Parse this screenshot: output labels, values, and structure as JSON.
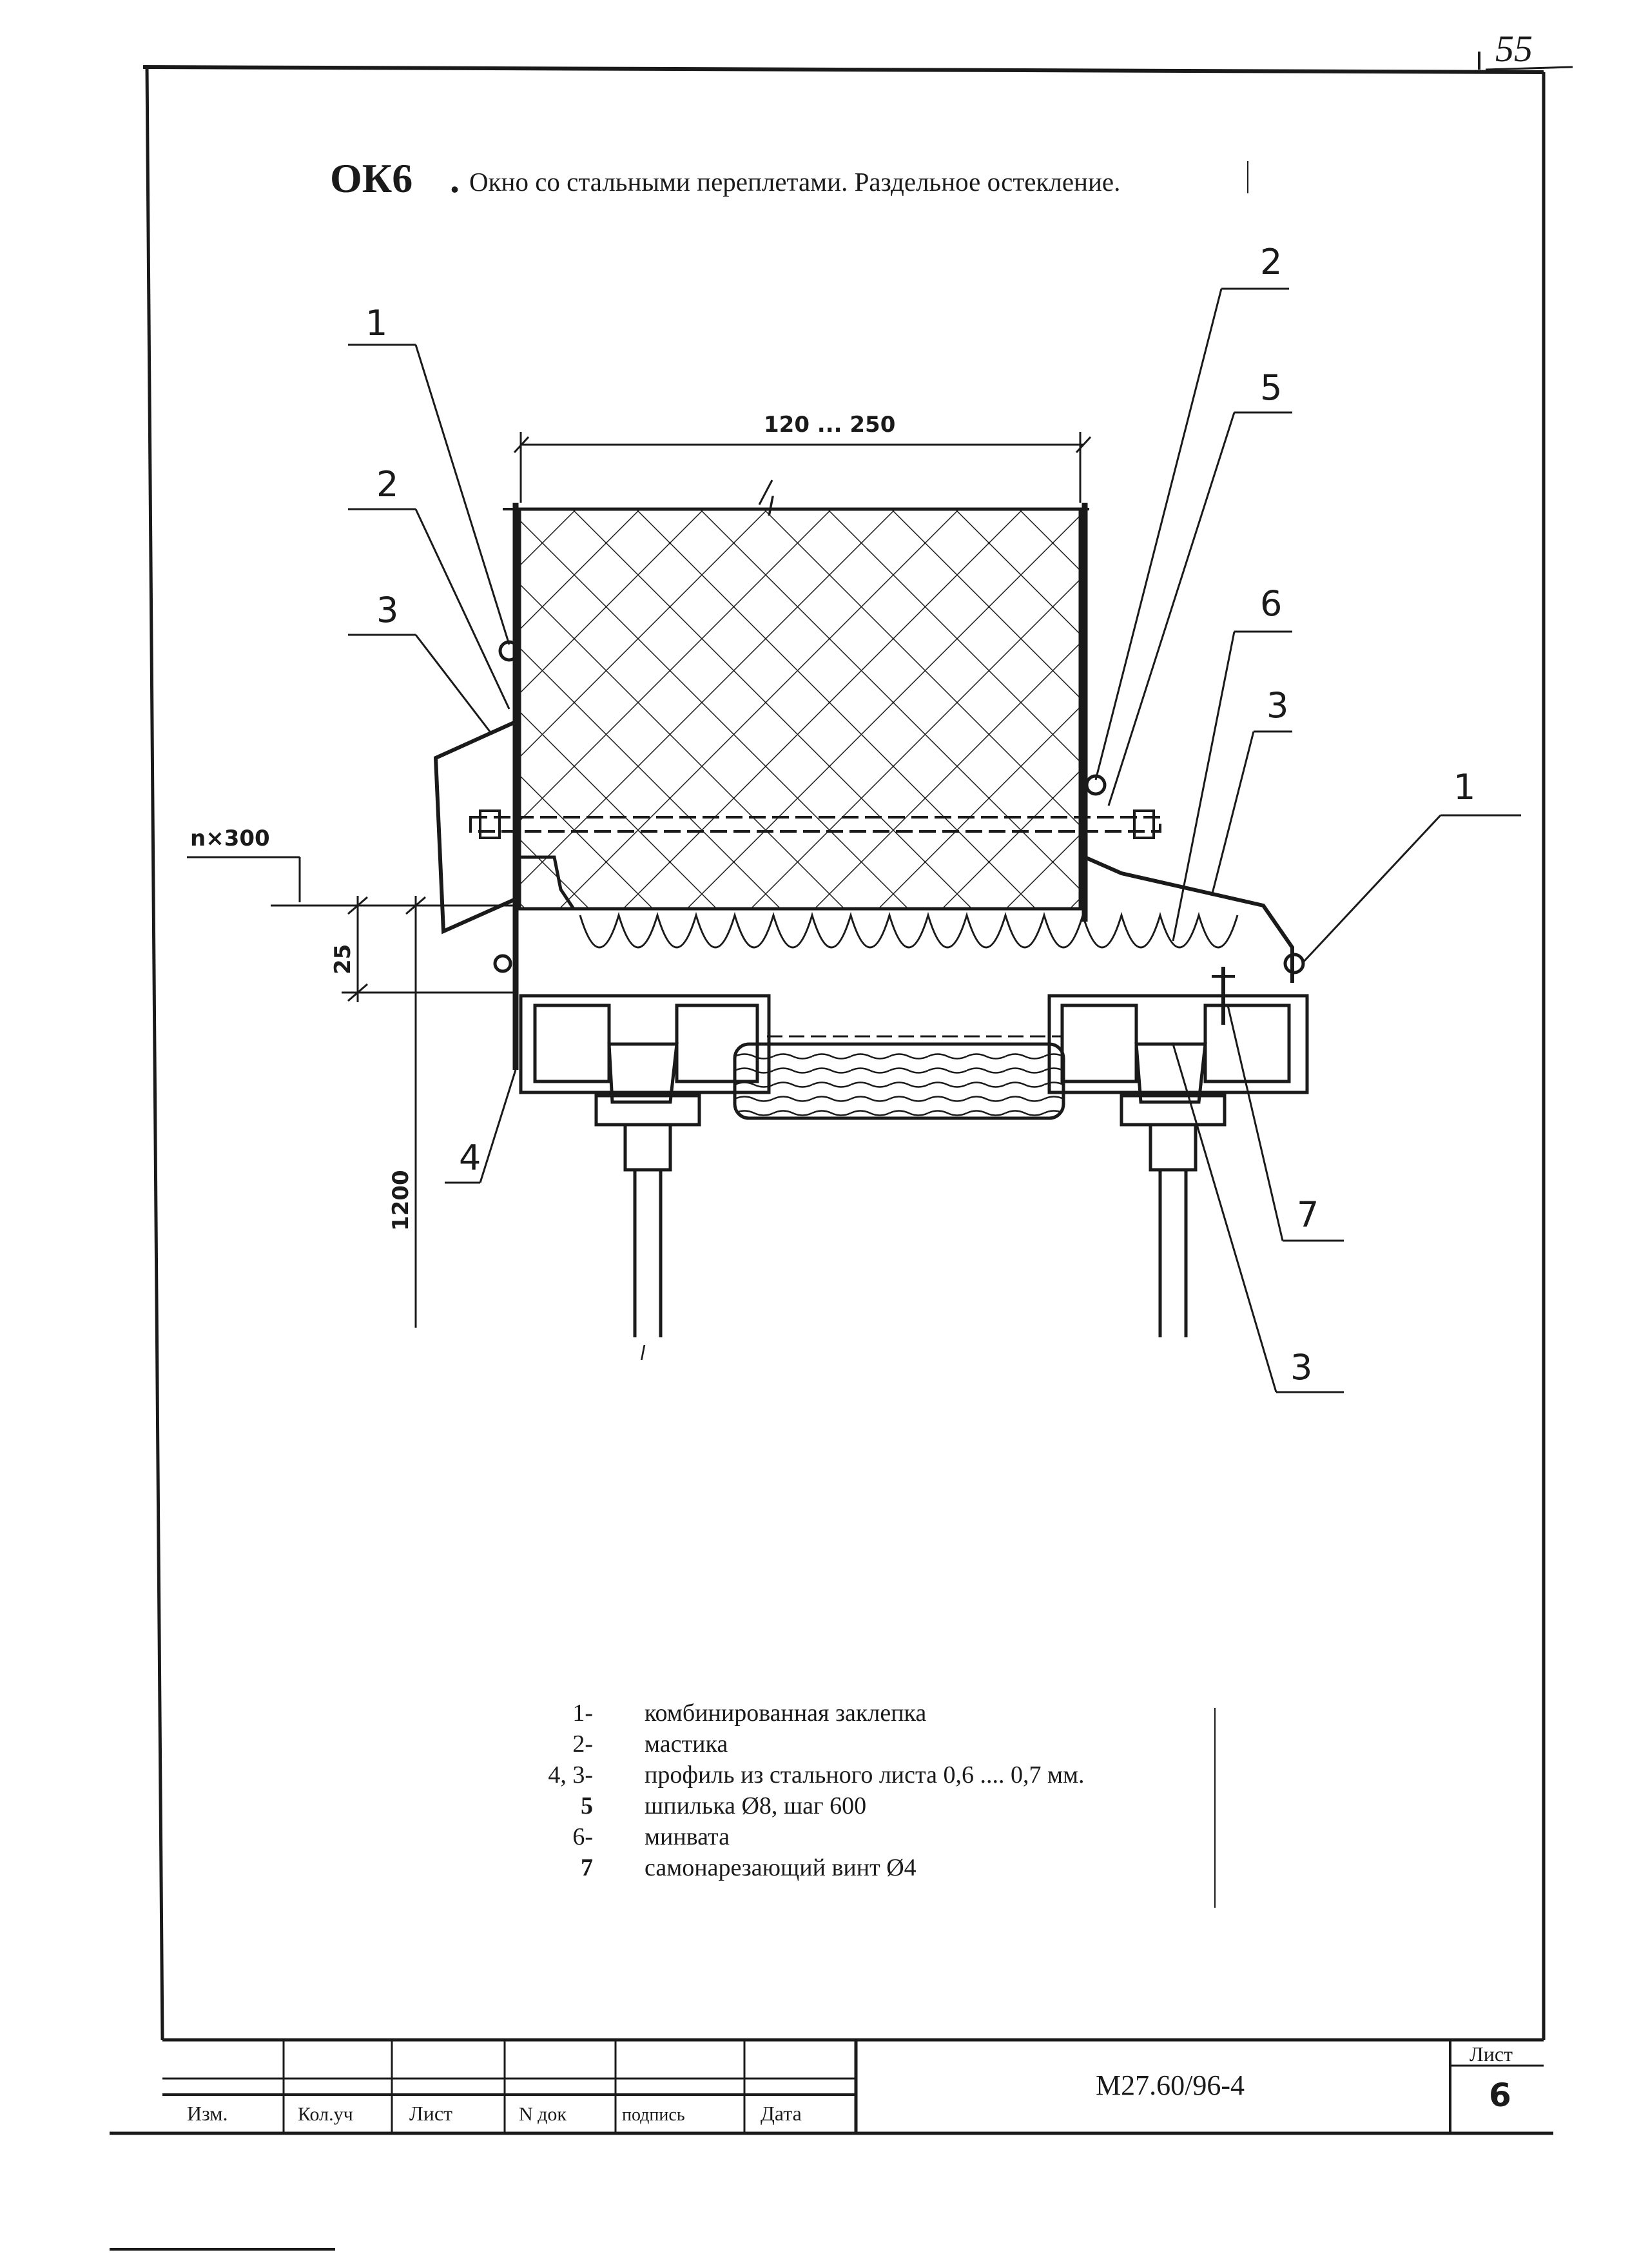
{
  "page_number": "55",
  "header": {
    "code": "ОК6",
    "dot": ".",
    "subtitle": "Окно со стальными переплетами. Раздельное остекление."
  },
  "dimensions": {
    "width_range": "120 ... 250",
    "step": "n×300",
    "offset": "25",
    "height": "1200"
  },
  "callouts": {
    "left_1": "1",
    "left_2": "2",
    "left_3": "3",
    "left_4": "4",
    "right_2": "2",
    "right_5": "5",
    "right_6": "6",
    "right_3_top": "3",
    "right_1": "1",
    "right_7": "7",
    "right_3_bottom": "3",
    "mark_l_top": "l",
    "mark_l_bottom": "l"
  },
  "legend": [
    {
      "num": "1-",
      "text": "комбинированная заклепка"
    },
    {
      "num": "2-",
      "text": "мастика"
    },
    {
      "num": "4, 3-",
      "text": "профиль из стального листа 0,6 .... 0,7 мм."
    },
    {
      "num": "5",
      "text": "шпилька Ø8, шаг 600"
    },
    {
      "num": "6-",
      "text": "минвата"
    },
    {
      "num": "7",
      "text": "самонарезающий винт Ø4"
    }
  ],
  "title_block": {
    "columns": [
      "Изм.",
      "Кол.уч",
      "Лист",
      "N док",
      "подпись",
      "Дата"
    ],
    "document_code": "М27.60/96-4",
    "sheet_label": "Лист",
    "sheet_number": "6"
  },
  "colors": {
    "ink": "#1a1a1a",
    "paper": "#ffffff"
  }
}
